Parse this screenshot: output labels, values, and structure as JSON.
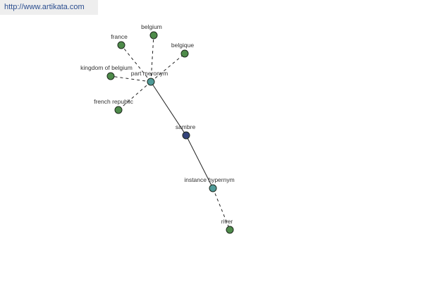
{
  "header": {
    "url": "http://www.artikata.com"
  },
  "graph": {
    "node_colors": {
      "leaf": "#4e8b4a",
      "relation": "#4f9a98",
      "root": "#33437a"
    },
    "nodes": [
      {
        "id": "france",
        "label": "france",
        "kind": "leaf"
      },
      {
        "id": "belgium",
        "label": "belgium",
        "kind": "leaf"
      },
      {
        "id": "belgique",
        "label": "belgique",
        "kind": "leaf"
      },
      {
        "id": "kingdom-of-belgium",
        "label": "kingdom of belgium",
        "kind": "leaf"
      },
      {
        "id": "french-republic",
        "label": "french republic",
        "kind": "leaf"
      },
      {
        "id": "part-meronym",
        "label": "part meronym",
        "kind": "relation"
      },
      {
        "id": "sambre",
        "label": "sambre",
        "kind": "root"
      },
      {
        "id": "instance-hypernym",
        "label": "instance hypernym",
        "kind": "relation"
      },
      {
        "id": "river",
        "label": "river",
        "kind": "leaf"
      }
    ],
    "edges": [
      {
        "from": "part-meronym",
        "to": "france",
        "style": "dashed"
      },
      {
        "from": "part-meronym",
        "to": "belgium",
        "style": "dashed"
      },
      {
        "from": "part-meronym",
        "to": "belgique",
        "style": "dashed"
      },
      {
        "from": "part-meronym",
        "to": "kingdom-of-belgium",
        "style": "dashed"
      },
      {
        "from": "part-meronym",
        "to": "french-republic",
        "style": "dashed"
      },
      {
        "from": "sambre",
        "to": "part-meronym",
        "style": "solid"
      },
      {
        "from": "sambre",
        "to": "instance-hypernym",
        "style": "solid"
      },
      {
        "from": "instance-hypernym",
        "to": "river",
        "style": "dashed"
      }
    ]
  }
}
